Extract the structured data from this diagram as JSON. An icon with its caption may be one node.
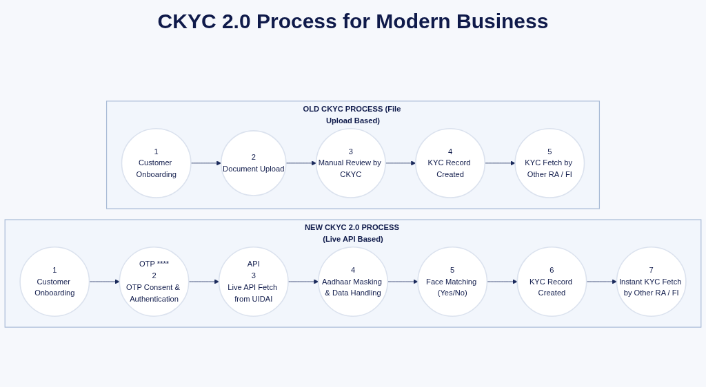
{
  "diagram": {
    "title": "CKYC 2.0 Process for Modern Business",
    "nodes": [
      {
        "text": [
          "OLD CKYC PROCESS (File Upload Based)"
        ]
      },
      {
        "text": [
          "1",
          "Customer Onboarding"
        ],
        "in": 0
      },
      {
        "text": [
          "2",
          "Document Upload"
        ],
        "in": 0
      },
      {
        "text": [
          "3",
          "Manual Review by CKYC"
        ],
        "in": 0
      },
      {
        "text": [
          "4",
          "KYC Record Created"
        ],
        "in": 0
      },
      {
        "text": [
          "5",
          "KYC Fetch by Other RA / FI"
        ],
        "in": 0
      },
      {
        "text": [
          "NEW CKYC 2.0 PROCESS (Live API Based)"
        ]
      },
      {
        "text": [
          "1",
          "Customer Onboarding"
        ],
        "in": 6
      },
      {
        "text": [
          "OTP ****",
          "2",
          "OTP Consent & Authentication"
        ],
        "in": 6
      },
      {
        "text": [
          "API",
          "3",
          "Live API Fetch from UIDAI"
        ],
        "in": 6
      },
      {
        "text": [
          "4",
          "Aadhaar Masking & Data Handling"
        ],
        "in": 6
      },
      {
        "text": [
          "5",
          "Face Matching (Yes/No)"
        ],
        "in": 6
      },
      {
        "text": [
          "6",
          "KYC Record Created"
        ],
        "in": 6
      },
      {
        "text": [
          "7",
          "Instant KYC Fetch by Other RA / FI"
        ],
        "in": 6
      }
    ],
    "edges": [
      {
        "from": 1,
        "to": 2,
        "arrow": "to"
      },
      {
        "from": 2,
        "to": 3,
        "arrow": "to"
      },
      {
        "from": 3,
        "to": 4,
        "arrow": "to"
      },
      {
        "from": 4,
        "to": 5,
        "arrow": "to"
      },
      {
        "from": 7,
        "to": 8,
        "arrow": "to"
      },
      {
        "from": 8,
        "to": 9,
        "arrow": "to"
      },
      {
        "from": 9,
        "to": 10,
        "arrow": "to"
      },
      {
        "from": 10,
        "to": 11,
        "arrow": "to"
      },
      {
        "from": 11,
        "to": 12,
        "arrow": "to"
      },
      {
        "from": 12,
        "to": 13,
        "arrow": "to"
      }
    ]
  }
}
